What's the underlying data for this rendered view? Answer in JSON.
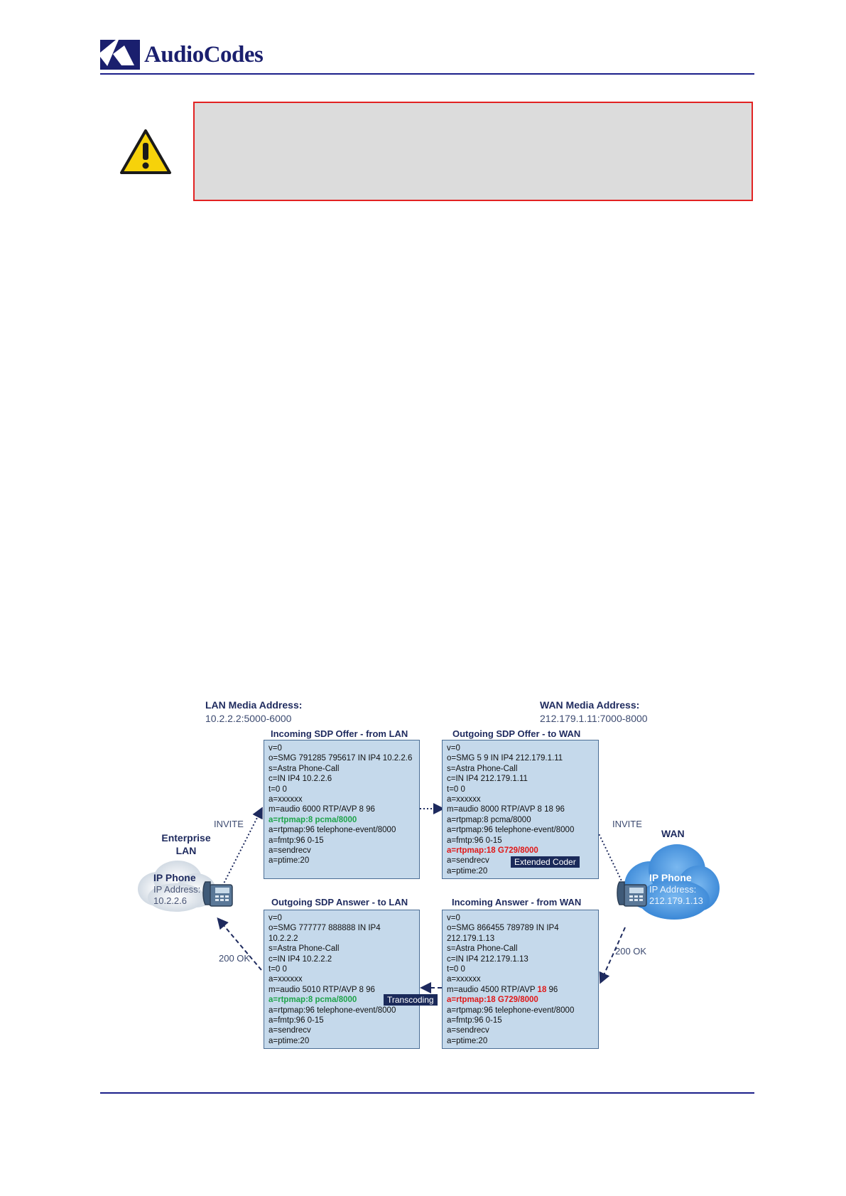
{
  "header": {
    "logo_text": "AudioCodes"
  },
  "diagram": {
    "lan_media": {
      "title": "LAN Media Address:",
      "value": "10.2.2.2:5000-6000"
    },
    "wan_media": {
      "title": "WAN Media Address:",
      "value": "212.179.1.11:7000-8000"
    },
    "enterprise_label": "Enterprise\nLAN",
    "enterprise_label_line1": "Enterprise",
    "enterprise_label_line2": "LAN",
    "wan_label": "WAN",
    "lan_phone": {
      "title": "IP Phone",
      "address_label": "IP Address:",
      "address": "10.2.2.6"
    },
    "wan_phone": {
      "title": "IP Phone",
      "address_label": "IP Address:",
      "address": "212.179.1.13"
    },
    "invite_left": "INVITE",
    "invite_right": "INVITE",
    "ok_left": "200 OK",
    "ok_right": "200 OK",
    "extended_coder_tag": "Extended Coder",
    "transcoding_tag": "Transcoding",
    "boxes": {
      "incoming_offer": {
        "title": "Incoming SDP Offer - from LAN",
        "lines": [
          " v=0",
          "o=SMG 791285 795617 IN IP4 10.2.2.6",
          "s=Astra Phone-Call",
          "c=IN IP4 10.2.2.6",
          "t=0 0",
          "a=xxxxxx",
          "m=audio 6000 RTP/AVP 8 96",
          "a=rtpmap:8 pcma/8000",
          "a=rtpmap:96 telephone-event/8000",
          "a=fmtp:96 0-15",
          "a=sendrecv",
          "a=ptime:20"
        ]
      },
      "outgoing_offer": {
        "title": "Outgoing SDP Offer - to WAN",
        "lines": [
          " v=0",
          "o=SMG 5 9 IN IP4 212.179.1.11",
          "s=Astra Phone-Call",
          "c=IN IP4 212.179.1.11",
          "t=0 0",
          "a=xxxxxx",
          "m=audio 8000 RTP/AVP 8 18 96",
          "a=rtpmap:8 pcma/8000",
          "a=rtpmap:96 telephone-event/8000",
          "a=fmtp:96 0-15",
          "a=rtpmap:18 G729/8000",
          "a=sendrecv",
          "a=ptime:20"
        ]
      },
      "outgoing_answer": {
        "title": "Outgoing SDP Answer - to LAN",
        "lines": [
          "v=0",
          "o=SMG 777777 888888 IN IP4",
          "10.2.2.2",
          "s=Astra Phone-Call",
          "c=IN IP4 10.2.2.2",
          "t=0 0",
          "a=xxxxxx",
          "m=audio 5010 RTP/AVP 8 96",
          "a=rtpmap:8 pcma/8000",
          "a=rtpmap:96 telephone-event/8000",
          "a=fmtp:96 0-15",
          "a=sendrecv",
          "a=ptime:20"
        ]
      },
      "incoming_answer": {
        "title": "Incoming Answer - from WAN",
        "lines": [
          "v=0",
          "o=SMG 866455 789789 IN IP4",
          "212.179.1.13",
          "s=Astra Phone-Call",
          "c=IN IP4 212.179.1.13",
          "t=0 0",
          "a=xxxxxx",
          "m=audio 4500 RTP/AVP ",
          "18",
          " 96",
          "a=rtpmap:18 G729/8000",
          "a=rtpmap:96 telephone-event/8000",
          "a=fmtp:96 0-15",
          "a=sendrecv",
          "a=ptime:20"
        ]
      }
    },
    "colors": {
      "box_fill": "#c5d9eb",
      "highlight_green": "#1fa34a",
      "highlight_red": "#e01818",
      "tag_fill": "#1b2a5a",
      "rule": "#1b1f8a",
      "note_border": "#e22222"
    }
  }
}
